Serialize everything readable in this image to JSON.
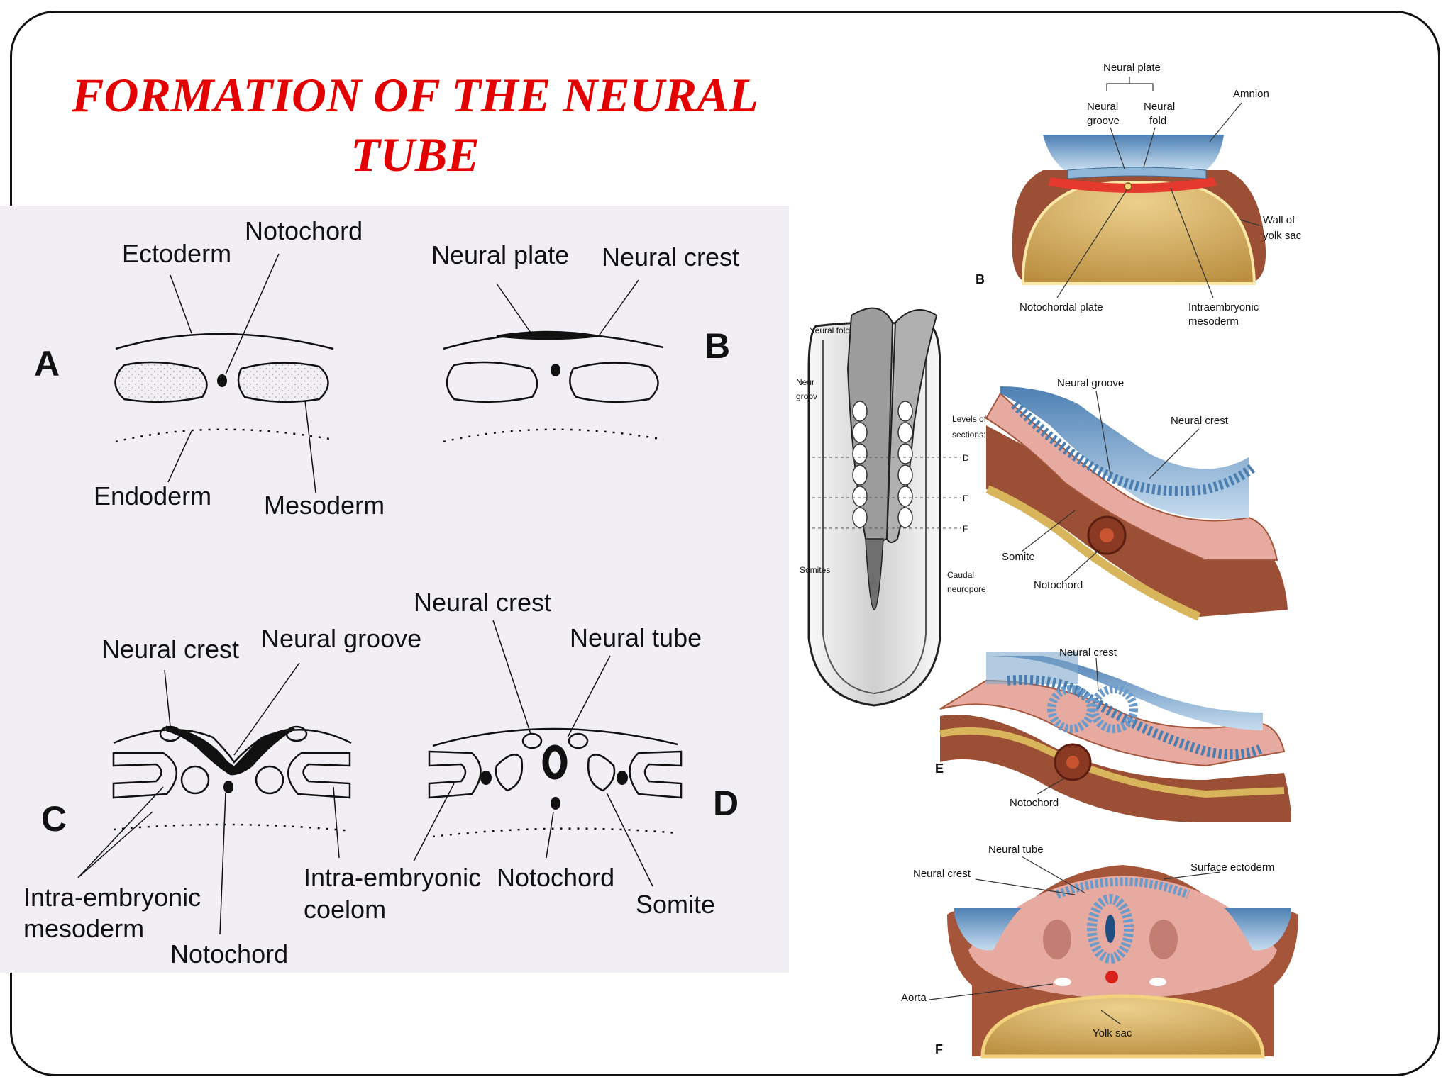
{
  "slide": {
    "title_line1": "FORMATION OF THE NEURAL",
    "title_line2": "TUBE"
  },
  "left_diagram": {
    "panels": [
      {
        "letter": "A",
        "labels": [
          "Ectoderm",
          "Notochord",
          "Endoderm",
          "Mesoderm"
        ]
      },
      {
        "letter": "B",
        "labels": [
          "Neural plate",
          "Neural crest"
        ]
      },
      {
        "letter": "C",
        "labels": [
          "Neural crest",
          "Neural groove",
          "Intra-embryonic",
          "mesoderm",
          "Notochord"
        ]
      },
      {
        "letter": "D",
        "labels": [
          "Neural crest",
          "Neural tube",
          "Intra-embryonic",
          "coelom",
          "Notochord",
          "Somite"
        ]
      }
    ]
  },
  "right_diagram": {
    "panel_b": {
      "letter": "B",
      "labels": [
        "Neural plate",
        "Neural",
        "groove",
        "Neural",
        "fold",
        "Amnion",
        "Wall of",
        "yolk sac",
        "Notochordal plate",
        "Intraembryonic",
        "mesoderm"
      ]
    },
    "embryo": {
      "labels": [
        "Neural fold",
        "Neur",
        "groov",
        "Levels of",
        "sections:",
        "D",
        "E",
        "F",
        "Somites",
        "Caudal",
        "neuropore"
      ]
    },
    "panel_d": {
      "labels": [
        "Neural groove",
        "Neural crest",
        "Somite",
        "Notochord"
      ]
    },
    "panel_e": {
      "letter": "E",
      "labels": [
        "Neural crest",
        "Notochord"
      ]
    },
    "panel_f": {
      "letter": "F",
      "labels": [
        "Neural tube",
        "Neural crest",
        "Surface ectoderm",
        "Aorta",
        "Yolk sac"
      ]
    }
  },
  "colors": {
    "title": "#e30000",
    "panel_bg": "#f1eff3",
    "ink": "#111111",
    "amnion_blue": "#7ea8cc",
    "tissue_pink": "#e7aaa0",
    "wall_brown": "#9b4f34",
    "yolk_tan": "#caa35a",
    "notochord_red": "#d9221c"
  }
}
